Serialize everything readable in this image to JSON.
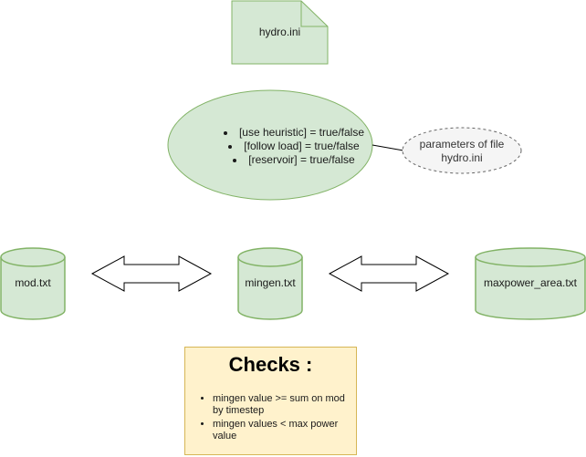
{
  "colors": {
    "green_fill": "#d5e8d4",
    "green_stroke": "#82b366",
    "grey_fill": "#f5f5f5",
    "grey_stroke": "#666666",
    "yellow_fill": "#fff2cc",
    "yellow_stroke": "#d6b656"
  },
  "file_node": {
    "label": "hydro.ini",
    "icon": "document-icon"
  },
  "parameters": {
    "items": [
      "[use heuristic] = true/false",
      "[follow load] = true/false",
      "[reservoir] = true/false"
    ]
  },
  "callout": {
    "line1": "parameters of file",
    "line2": "hydro.ini"
  },
  "cylinders": {
    "mod": "mod.txt",
    "mingen": "mingen.txt",
    "maxpower": "maxpower_area.txt"
  },
  "checks": {
    "title": "Checks :",
    "items": [
      "mingen value >= sum on mod by timestep",
      "mingen values < max power value"
    ]
  }
}
